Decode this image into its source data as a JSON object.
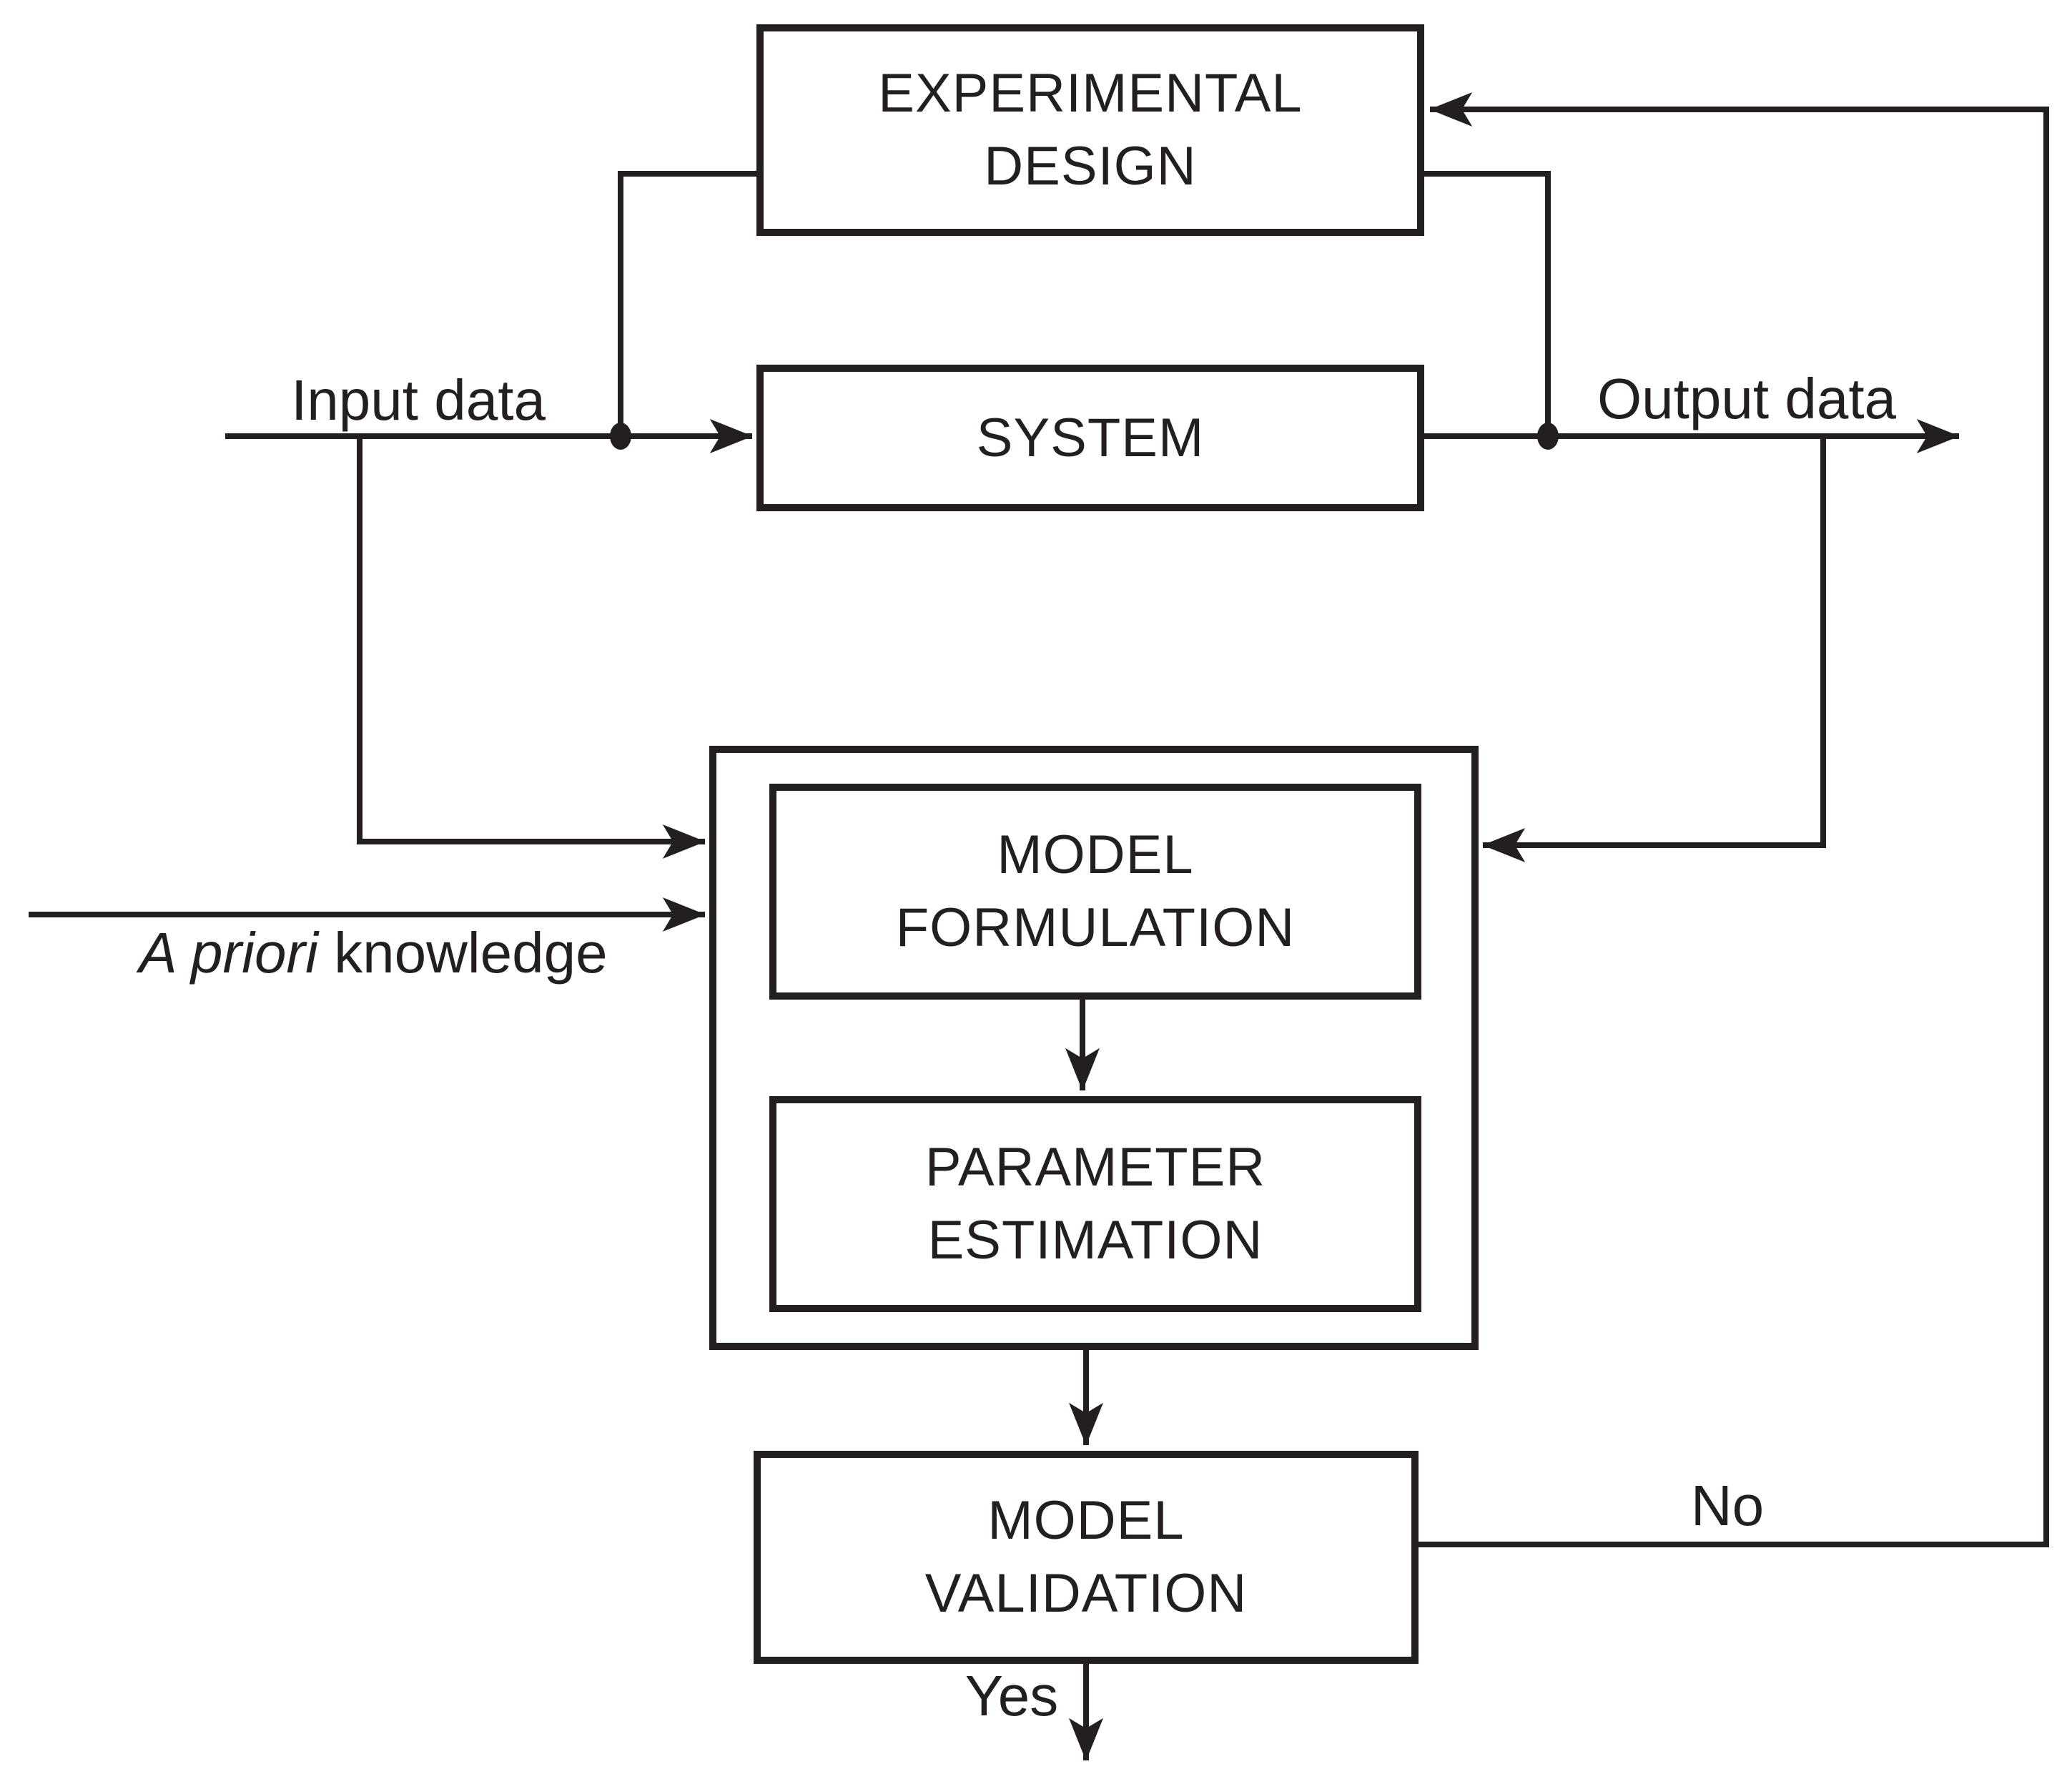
{
  "diagram": {
    "title": "System identification loop flowchart",
    "colors": {
      "background": "#ffffff",
      "ink": "#231f20"
    },
    "nodes": {
      "experimental_design": {
        "line1": "EXPERIMENTAL",
        "line2": "DESIGN"
      },
      "system": {
        "line1": "SYSTEM"
      },
      "model_formulation": {
        "line1": "MODEL",
        "line2": "FORMULATION"
      },
      "parameter_estimation": {
        "line1": "PARAMETER",
        "line2": "ESTIMATION"
      },
      "model_validation": {
        "line1": "MODEL",
        "line2": "VALIDATION"
      }
    },
    "labels": {
      "input_data": "Input data",
      "output_data": "Output data",
      "a_priori_italic": "A priori",
      "a_priori_rest": " knowledge",
      "no": "No",
      "yes": "Yes"
    }
  }
}
